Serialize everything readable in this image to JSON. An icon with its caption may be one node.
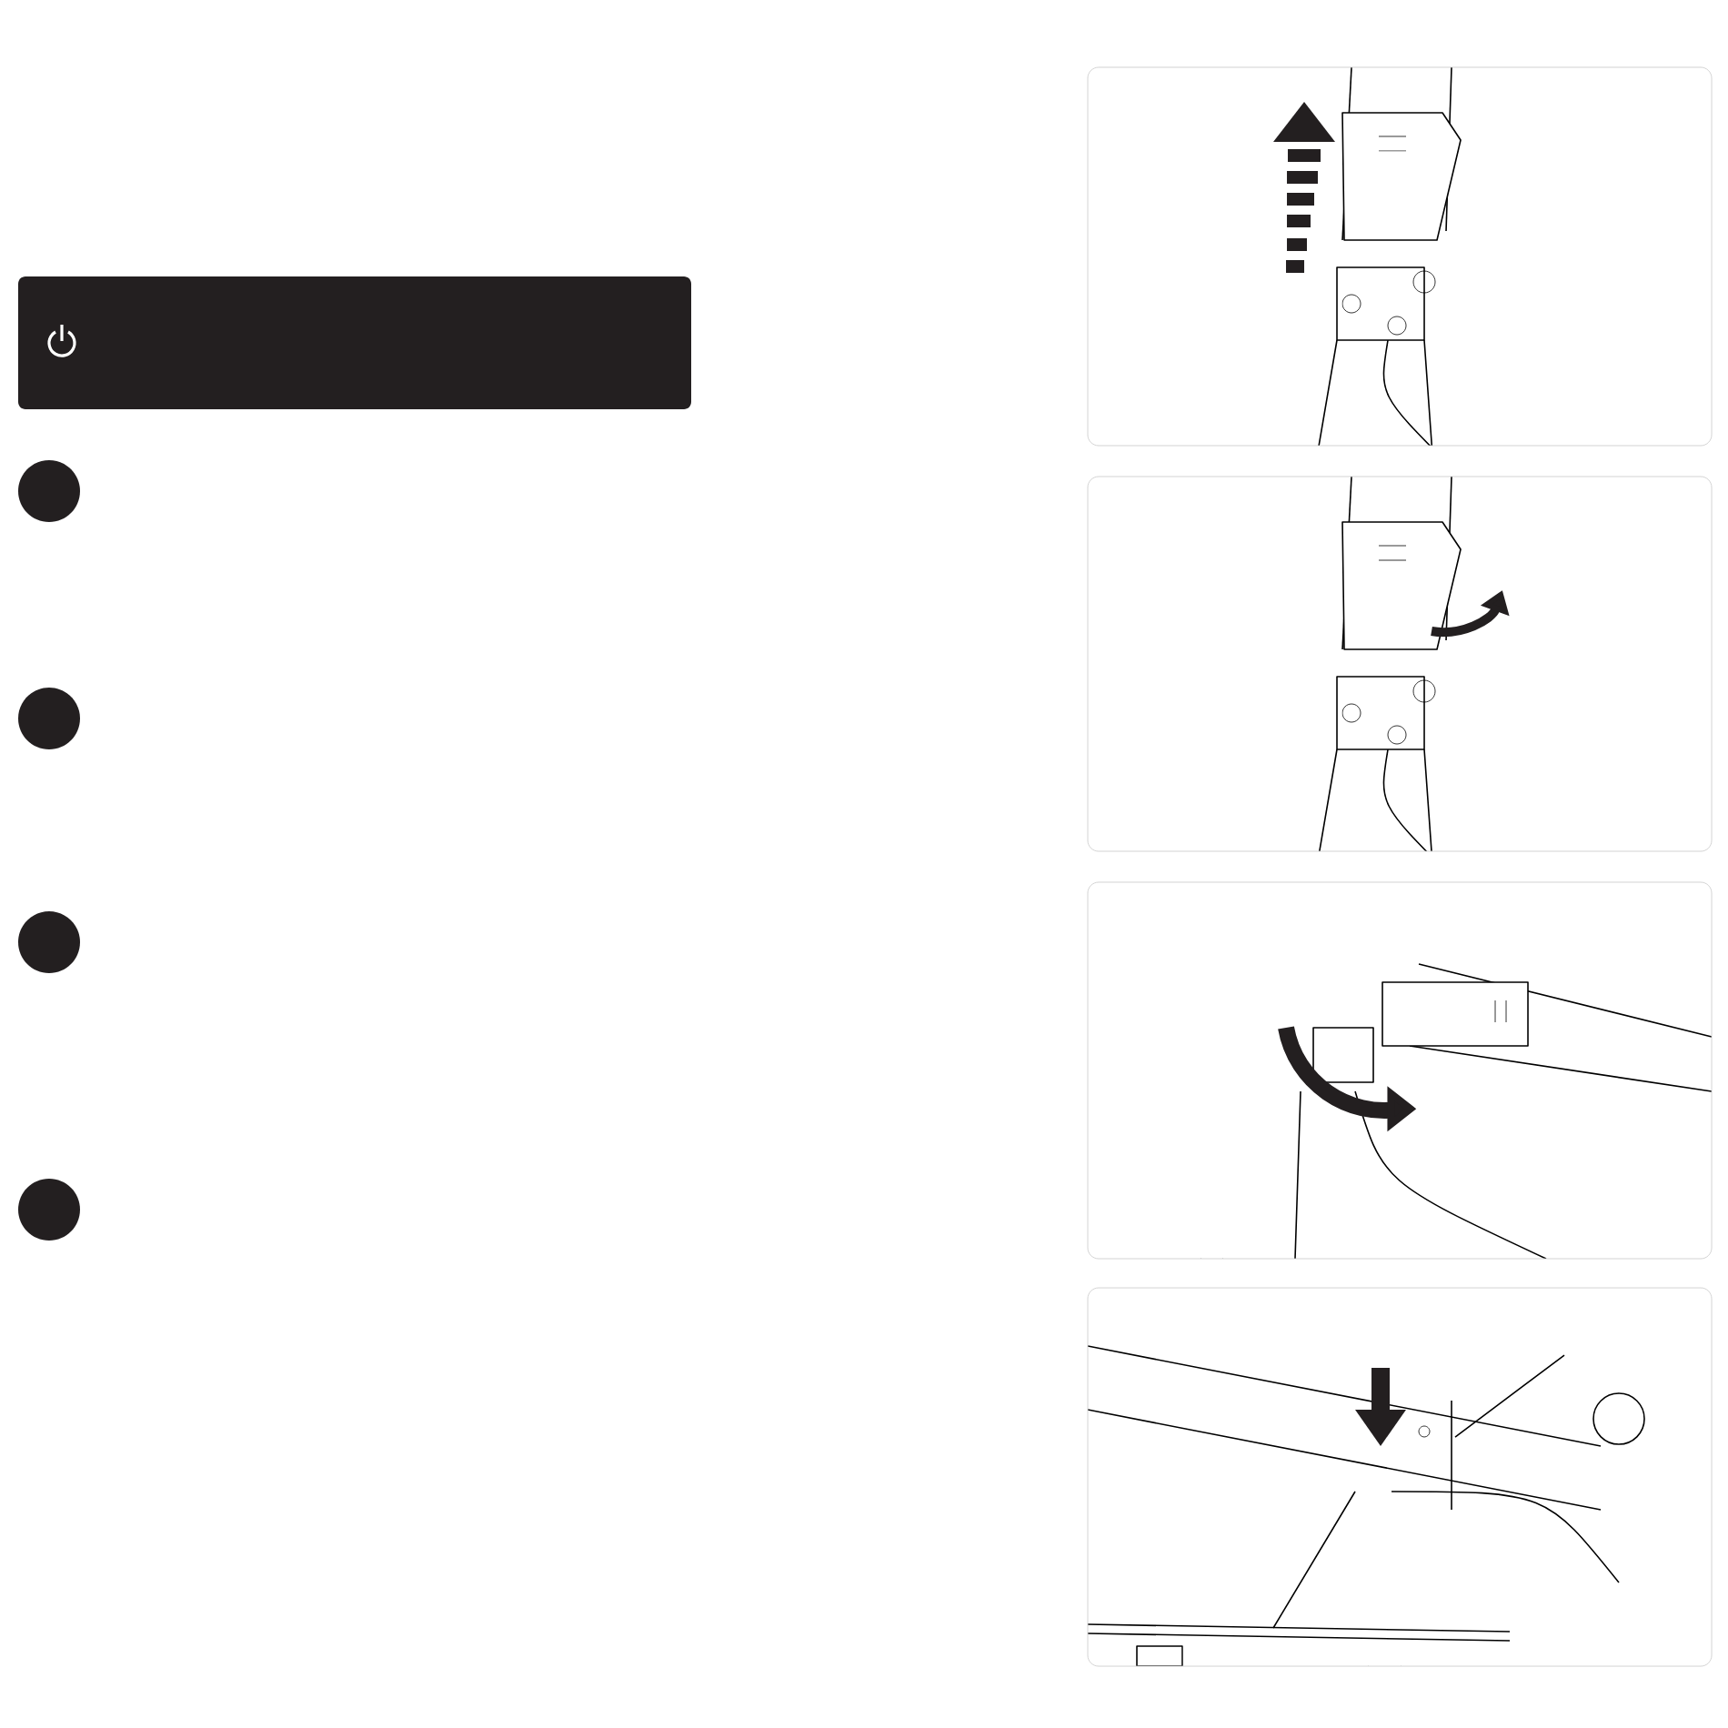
{
  "diagram": {
    "nodes": [
      {
        "text": [],
        "shape": "box"
      },
      {
        "text": [],
        "shape": "circle"
      },
      {
        "text": [],
        "shape": "circle"
      },
      {
        "text": [],
        "shape": "circle"
      },
      {
        "text": [],
        "shape": "circle"
      }
    ]
  }
}
